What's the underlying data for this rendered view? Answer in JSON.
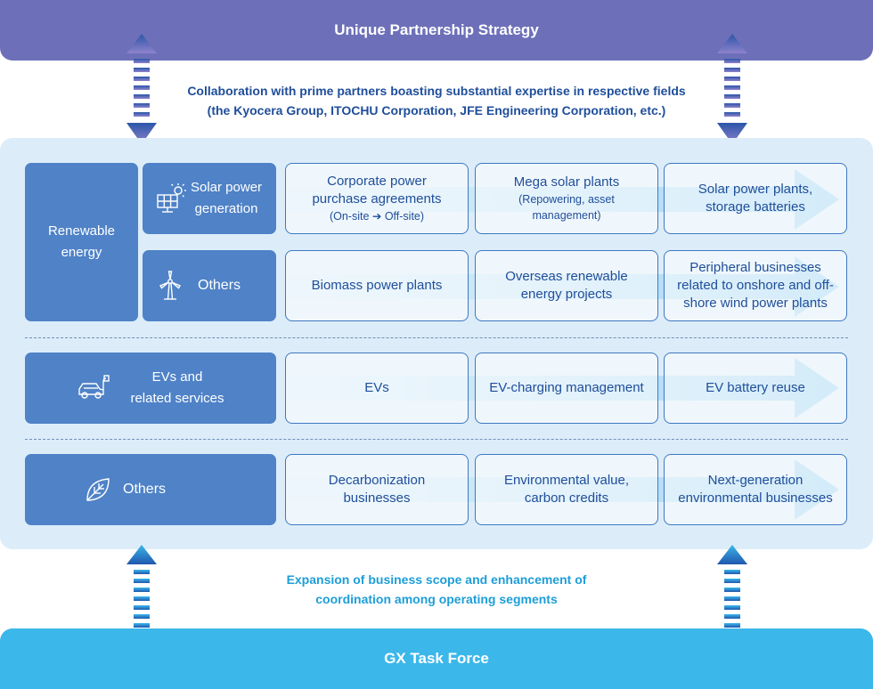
{
  "top_banner": "Unique Partnership Strategy",
  "top_caption": {
    "line1": "Collaboration with prime partners boasting substantial expertise in respective fields",
    "line2": "(the Kyocera Group, ITOCHU Corporation, JFE Engineering Corporation, etc.)"
  },
  "categories": {
    "renewable": {
      "line1": "Renewable",
      "line2": "energy"
    },
    "solar": {
      "line1": "Solar power",
      "line2": "generation",
      "icon": "solar-panel-icon"
    },
    "renewable_others": {
      "label": "Others",
      "icon": "wind-turbine-icon"
    },
    "evs": {
      "line1": "EVs and",
      "line2": "related services",
      "icon": "ev-car-icon"
    },
    "others": {
      "label": "Others",
      "icon": "leaf-icon"
    }
  },
  "rows": {
    "solar": [
      {
        "line1": "Corporate power",
        "line2": "purchase agreements",
        "sub": "(On-site ➔ Off-site)"
      },
      {
        "line1": "Mega solar plants",
        "sub1": "(Repowering, asset",
        "sub2": "management)"
      },
      {
        "line1": "Solar power plants,",
        "line2": "storage batteries"
      }
    ],
    "renewable_others": [
      {
        "line1": "Biomass power plants"
      },
      {
        "line1": "Overseas renewable",
        "line2": "energy projects"
      },
      {
        "line1": "Peripheral businesses",
        "line2": "related to onshore and off-",
        "line3": "shore wind power plants"
      }
    ],
    "evs": [
      {
        "line1": "EVs"
      },
      {
        "line1": "EV-charging management"
      },
      {
        "line1": "EV battery reuse"
      }
    ],
    "others": [
      {
        "line1": "Decarbonization",
        "line2": "businesses"
      },
      {
        "line1": "Environmental value,",
        "line2": "carbon credits"
      },
      {
        "line1": "Next-generation",
        "line2": "environmental businesses"
      }
    ]
  },
  "bottom_caption": {
    "line1": "Expansion of business scope and enhancement of",
    "line2": "coordination among operating segments"
  },
  "bottom_banner": "GX Task Force",
  "colors": {
    "purple": "#6d70b8",
    "cyan": "#3cb7ea",
    "navy": "#1f4e9a",
    "category_blue": "#4f82c7",
    "panel": "#dcedf9"
  }
}
